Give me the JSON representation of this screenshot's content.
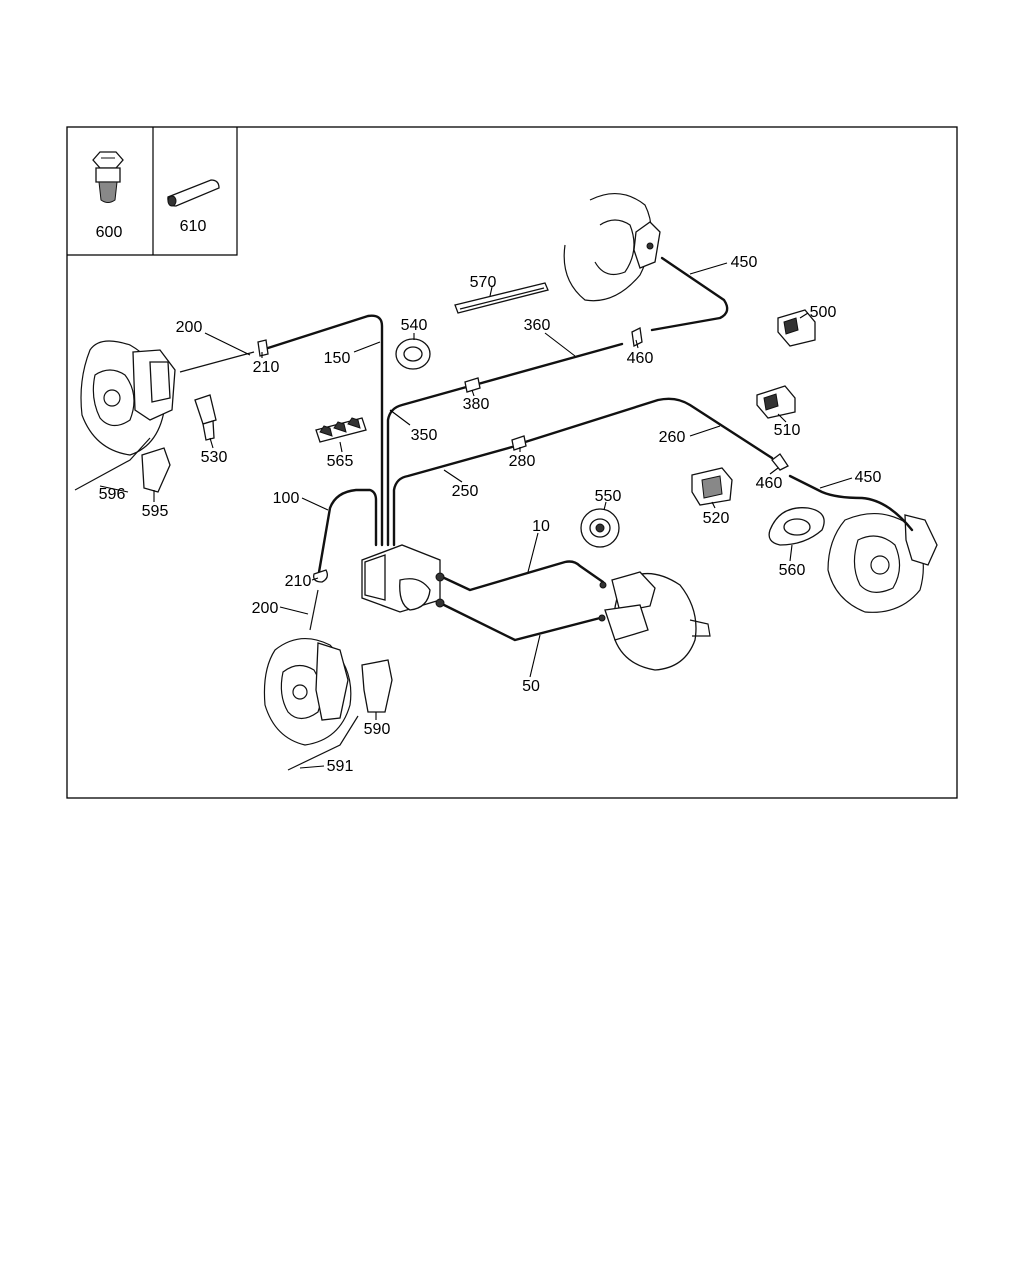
{
  "inset_labels": {
    "p600": "600",
    "p610": "610"
  },
  "labels": {
    "p450a": "450",
    "p570": "570",
    "p500": "500",
    "p200a": "200",
    "p540": "540",
    "p360": "360",
    "p210a": "210",
    "p150": "150",
    "p460a": "460",
    "p380": "380",
    "p530": "530",
    "p350": "350",
    "p565": "565",
    "p510": "510",
    "p260": "260",
    "p596": "596",
    "p280": "280",
    "p595": "595",
    "p250": "250",
    "p460b": "460",
    "p450b": "450",
    "p100": "100",
    "p550": "550",
    "p520": "520",
    "p10": "10",
    "p560": "560",
    "p210b": "210",
    "p200b": "200",
    "p590": "590",
    "p50": "50",
    "p591": "591"
  }
}
